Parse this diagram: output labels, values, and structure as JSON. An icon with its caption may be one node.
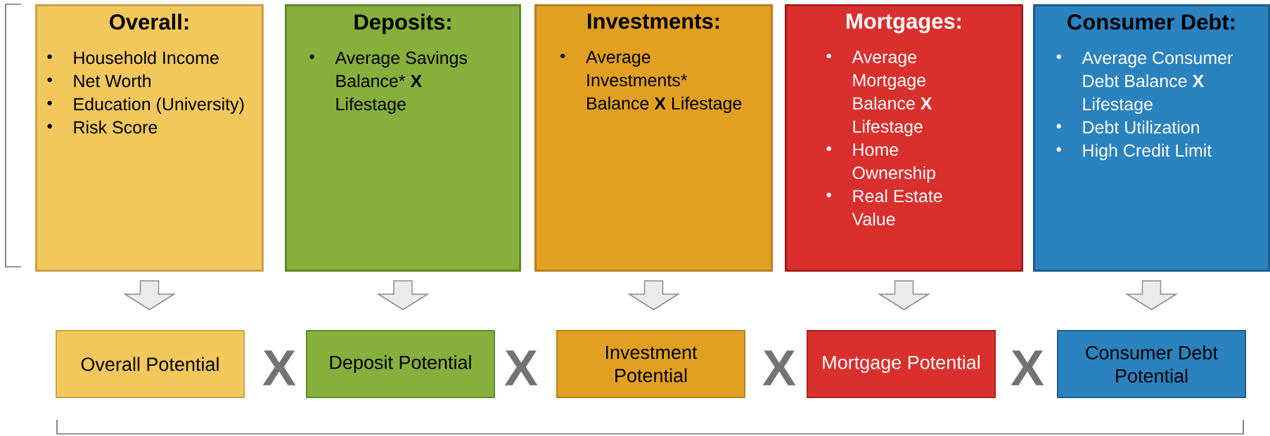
{
  "diagram": {
    "nodes": [
      {
        "text": [
          "Overall:",
          "Household Income",
          "Net Worth",
          "Education (University)",
          "Risk Score"
        ]
      },
      {
        "text": [
          "Deposits:",
          "Average Savings Balance* **X** Lifestage"
        ]
      },
      {
        "text": [
          "Investments:",
          "Average Investments* Balance **X** Lifestage"
        ]
      },
      {
        "text": [
          "Mortgages:",
          "Average Mortgage Balance **X** Lifestage",
          "Home Ownership",
          "Real Estate Value"
        ]
      },
      {
        "text": [
          "Consumer Debt:",
          "Average Consumer Debt Balance **X** Lifestage",
          "Debt Utilization",
          "High Credit Limit"
        ]
      },
      {
        "text": [
          "Overall Potential"
        ]
      },
      {
        "text": [
          "Deposit Potential"
        ]
      },
      {
        "text": [
          "Investment Potential"
        ]
      },
      {
        "text": [
          "Mortgage Potential"
        ]
      },
      {
        "text": [
          "Consumer Debt Potential"
        ]
      }
    ],
    "edges": [
      {
        "from": 0,
        "to": 5,
        "arrow": "to"
      },
      {
        "from": 1,
        "to": 6,
        "arrow": "to"
      },
      {
        "from": 2,
        "to": 7,
        "arrow": "to"
      },
      {
        "from": 3,
        "to": 8,
        "arrow": "to"
      },
      {
        "from": 4,
        "to": 9,
        "arrow": "to"
      }
    ],
    "labels": [
      "X",
      "X",
      "X",
      "X"
    ]
  }
}
